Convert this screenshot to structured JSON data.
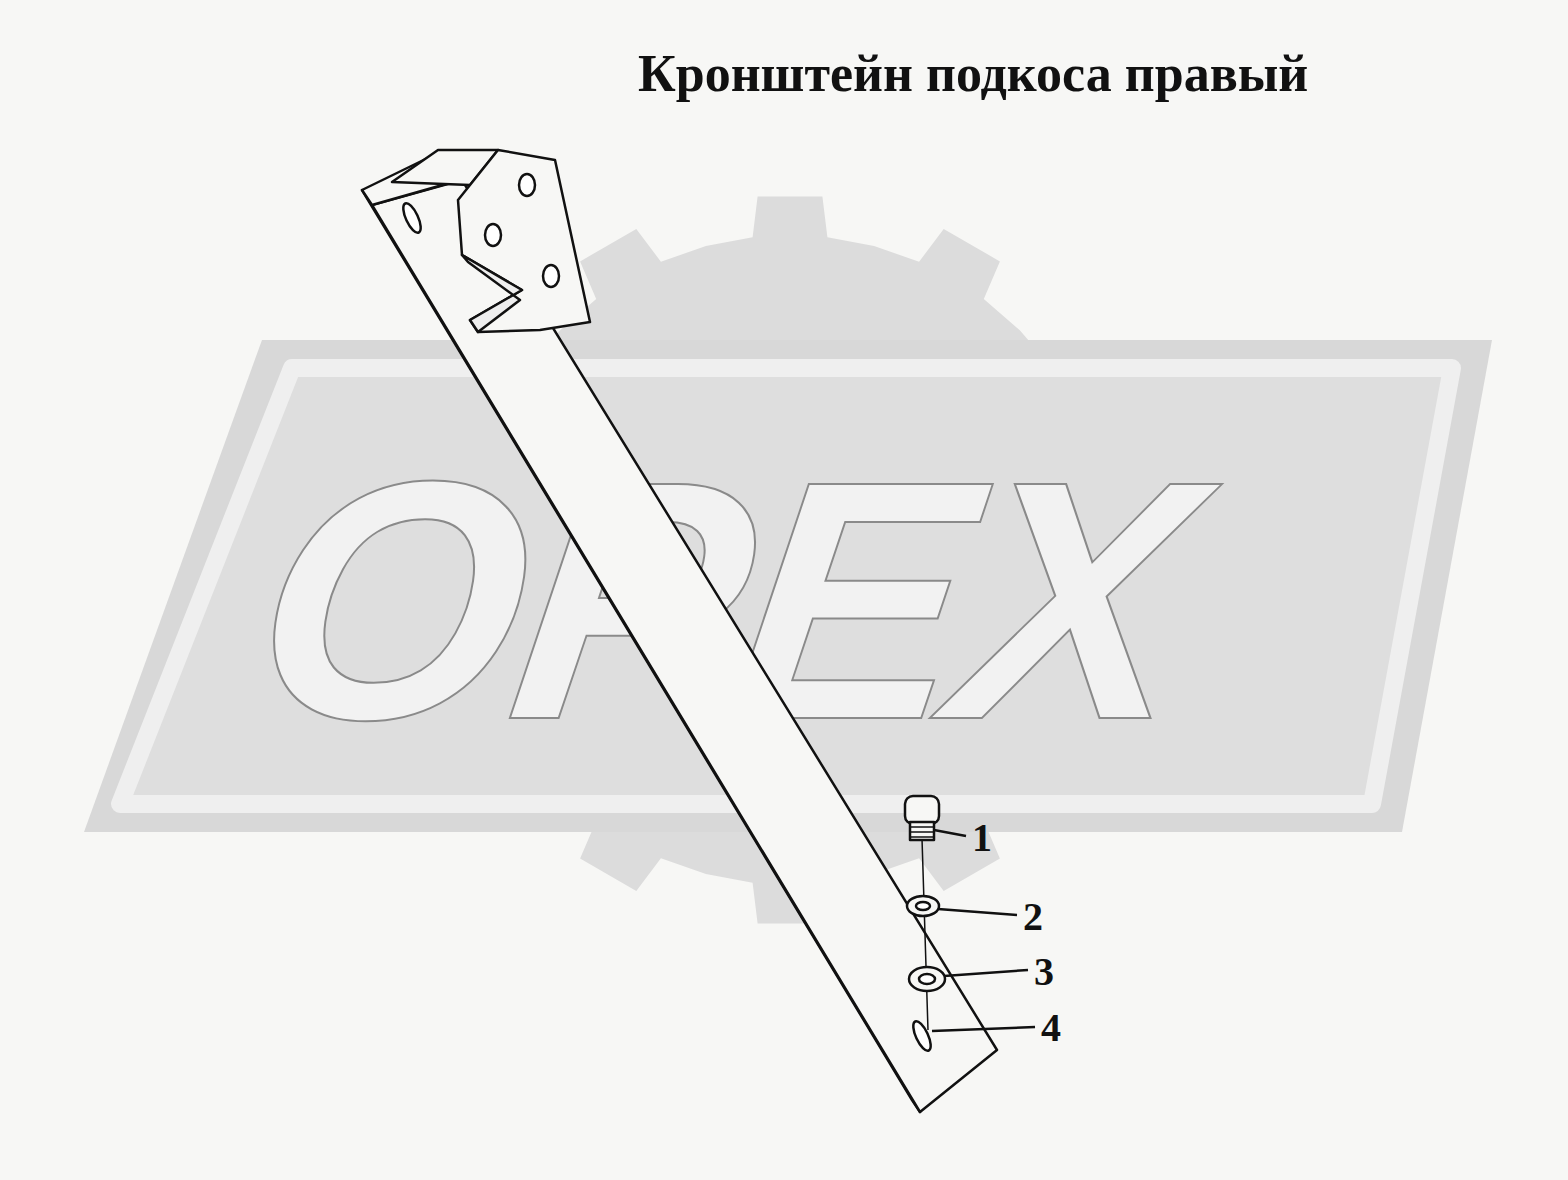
{
  "diagram": {
    "title": "Кронштейн подкоса правый",
    "labels": [
      "OPEX",
      "1",
      "2",
      "3",
      "4"
    ]
  }
}
